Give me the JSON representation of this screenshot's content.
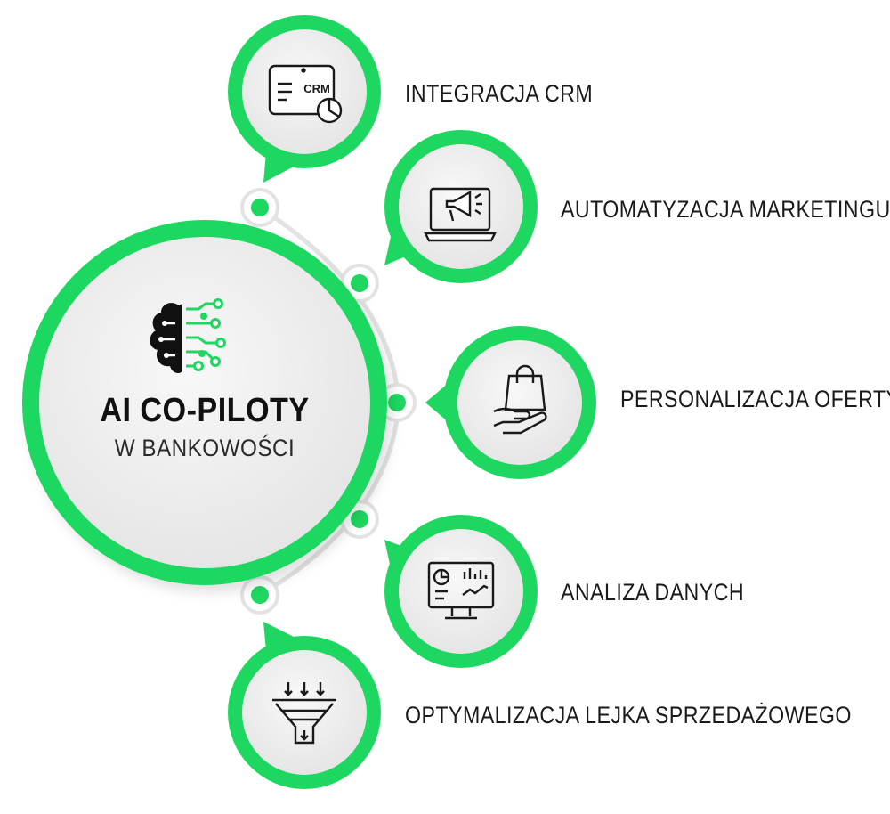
{
  "center": {
    "title": "AI CO-PILOTY",
    "subtitle": "W BANKOWOŚCI",
    "icon": "ai-brain-circuit-icon"
  },
  "items": [
    {
      "label": "INTEGRACJA CRM",
      "icon": "crm-monitor-icon",
      "icon_text": "CRM"
    },
    {
      "label": "AUTOMATYZACJA MARKETINGU",
      "icon": "megaphone-laptop-icon"
    },
    {
      "label": "PERSONALIZACJA OFERTY",
      "icon": "hand-shopping-bag-icon"
    },
    {
      "label": "ANALIZA DANYCH",
      "icon": "analytics-monitor-icon"
    },
    {
      "label": "OPTYMALIZACJA LEJKA SPRZEDAŻOWEGO",
      "icon": "sales-funnel-icon"
    }
  ],
  "colors": {
    "accent": "#1ed760",
    "accent_dark": "#12c552",
    "bubble": "#efefef",
    "connector": "#e3e3e3",
    "icon_stroke": "#1a1a1a"
  }
}
